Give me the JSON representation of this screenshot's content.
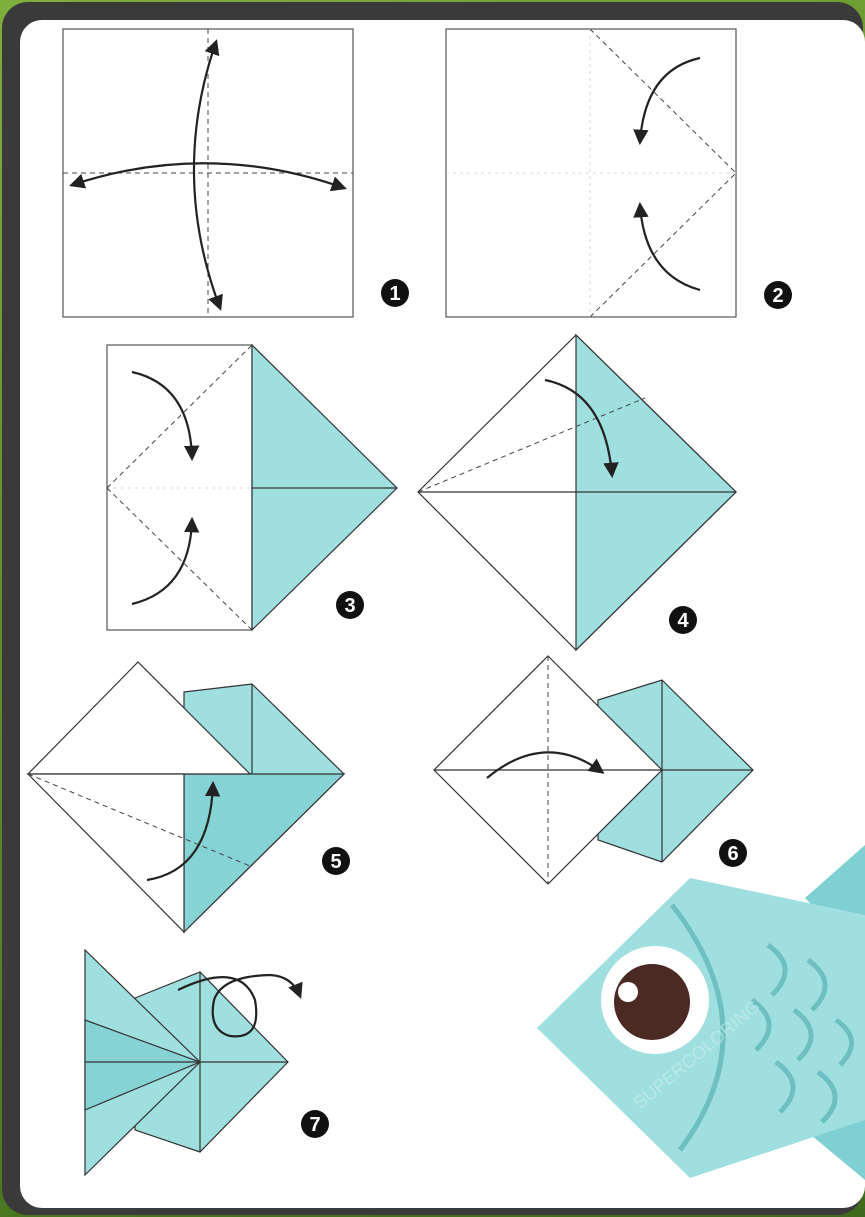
{
  "diagram": {
    "colors": {
      "paper_fill": "#ffffff",
      "colored_fill": "#9fdfe0",
      "colored_dark": "#7fd0d2",
      "line": "#222222",
      "dashed": "#444444",
      "eye_white": "#ffffff",
      "eye_iris": "#4a2a22"
    },
    "steps": [
      {
        "label": "1"
      },
      {
        "label": "2"
      },
      {
        "label": "3"
      },
      {
        "label": "4"
      },
      {
        "label": "5"
      },
      {
        "label": "6"
      },
      {
        "label": "7"
      }
    ],
    "watermark": "SUPERCOLORING"
  }
}
